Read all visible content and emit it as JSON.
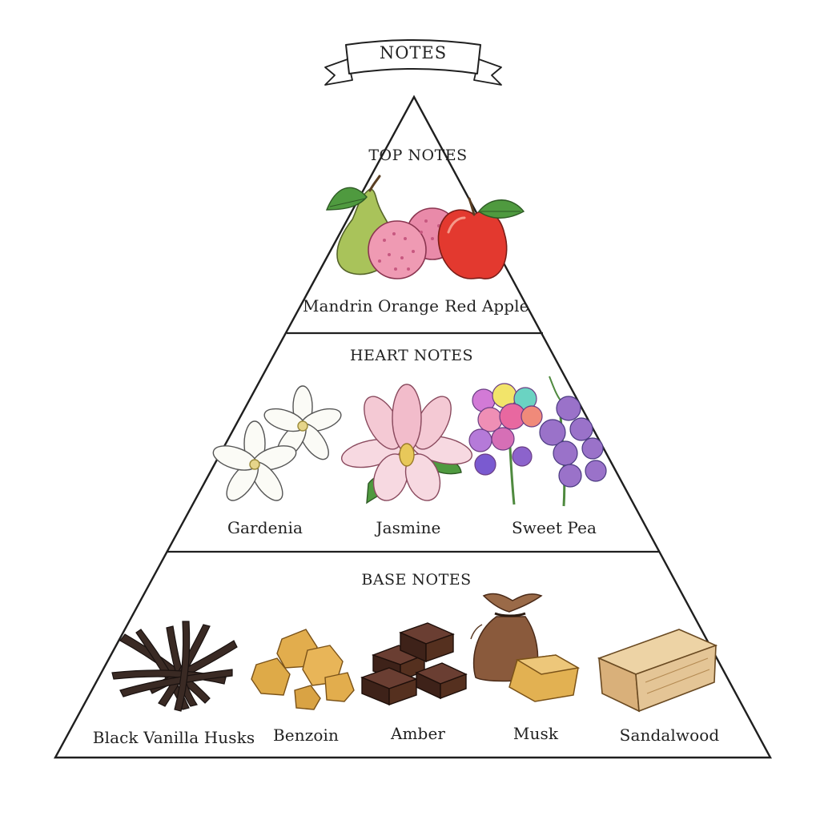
{
  "banner": {
    "title": "NOTES"
  },
  "tiers": {
    "top": {
      "title": "TOP NOTES",
      "items": [
        "Mandrin Orange",
        "Red Apple"
      ],
      "illustrations": [
        "pear-icon",
        "lychee-icon",
        "red-apple-icon"
      ]
    },
    "heart": {
      "title": "HEART NOTES",
      "items": [
        "Gardenia",
        "Jasmine",
        "Sweet Pea"
      ],
      "illustrations": [
        "gardenia-flower-icon",
        "jasmine-flower-icon",
        "sweet-pea-flower-icon"
      ]
    },
    "base": {
      "title": "BASE NOTES",
      "items": [
        "Black Vanilla Husks",
        "Benzoin",
        "Amber",
        "Musk",
        "Sandalwood"
      ],
      "illustrations": [
        "vanilla-pods-icon",
        "benzoin-resin-icon",
        "amber-chocolate-icon",
        "musk-pouch-icon",
        "sandalwood-block-icon"
      ]
    }
  },
  "colors": {
    "outline": "#1f1f1f",
    "pear": "#a9c35a",
    "lychee": "#e889a6",
    "apple": "#e3392f",
    "leaf": "#4f9a3f",
    "petal_white": "#fbfbf6",
    "magnolia": "#f4c9d4",
    "sweet_pea": "#9a72c9",
    "vanilla": "#3a2a24",
    "benzoin": "#e2ad4d",
    "amber": "#4a2a22",
    "musk_pouch": "#8a5a3c",
    "wood": "#e4c596"
  }
}
